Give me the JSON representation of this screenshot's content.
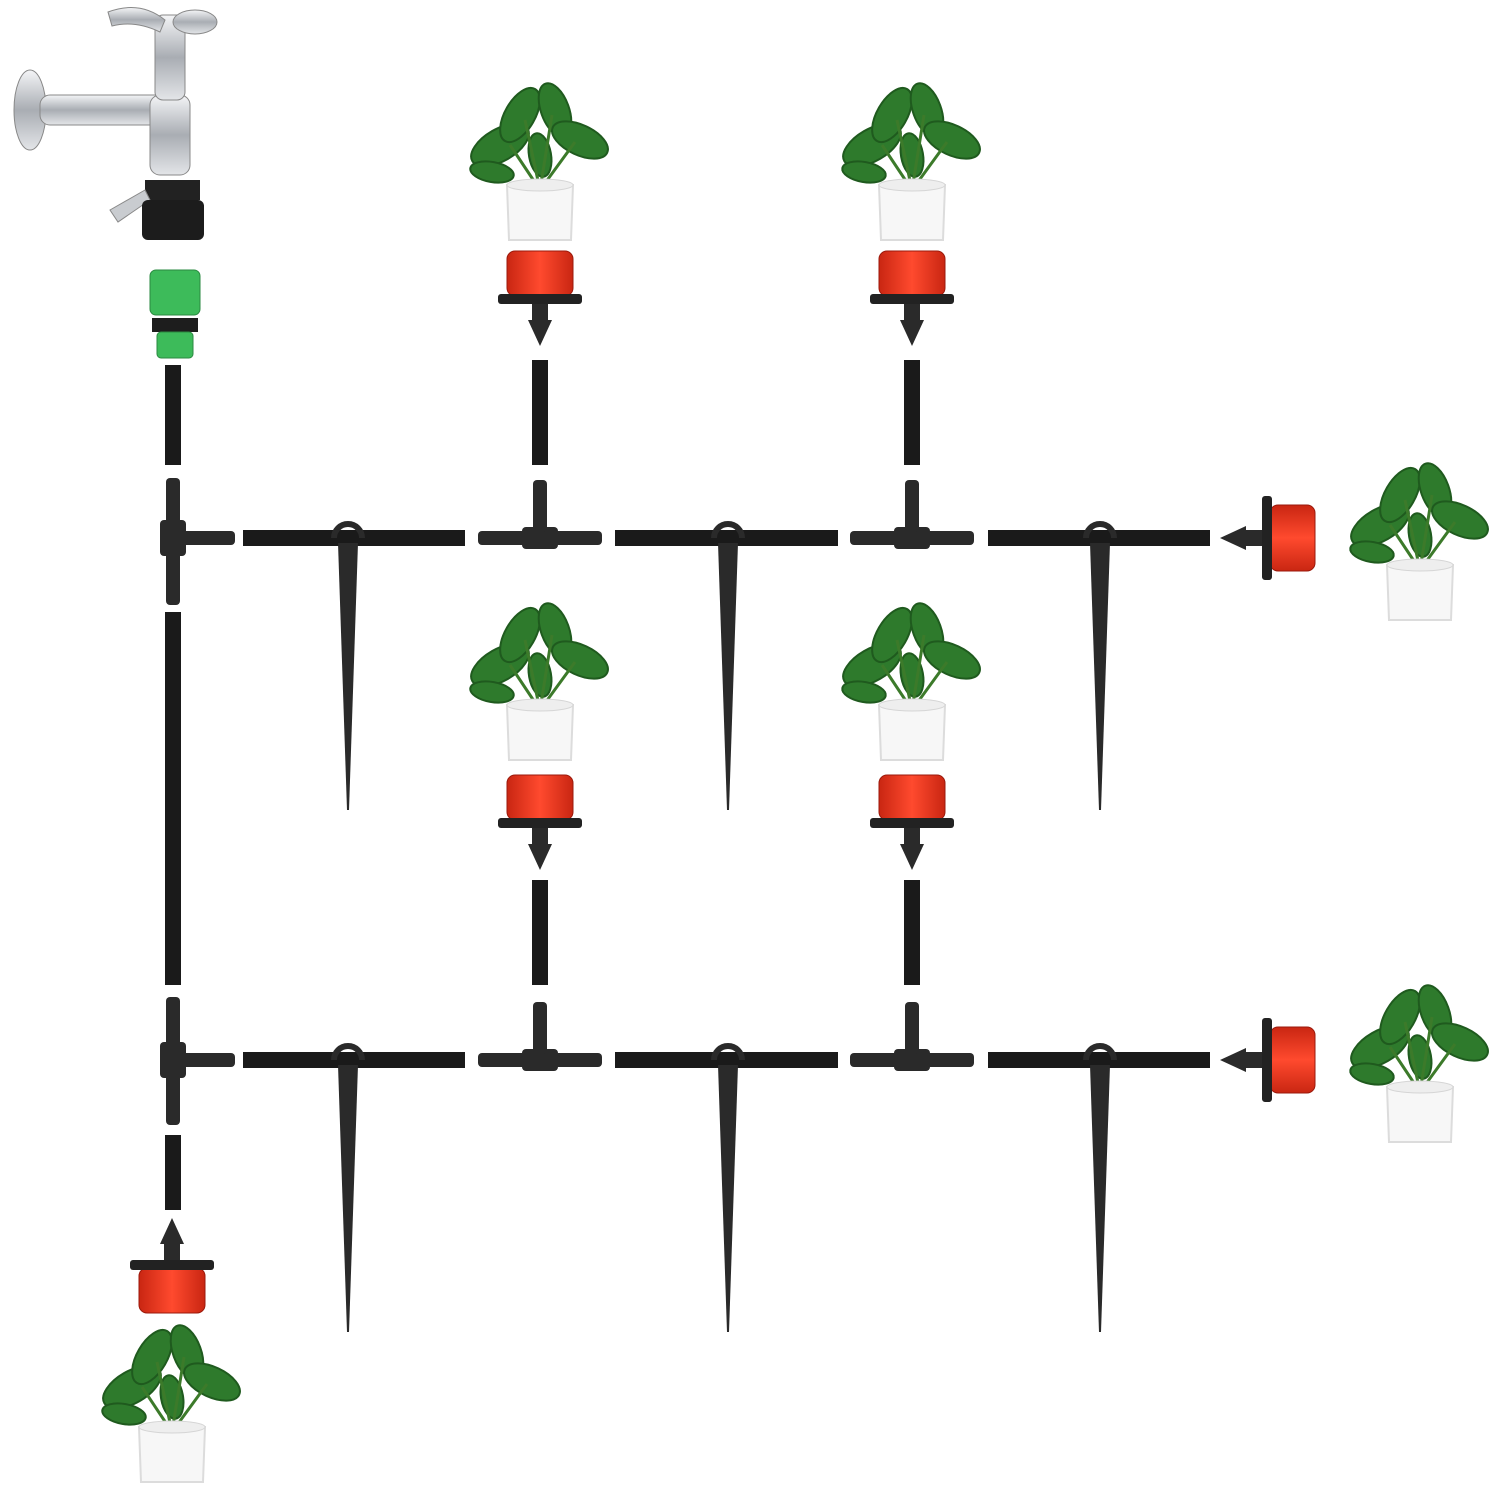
{
  "diagram": {
    "subject": "drip-irrigation-kit",
    "colors": {
      "tube": "#1a1a1a",
      "fitting": "#2a2a2a",
      "dripper_cap": "#e8321c",
      "connector": "#3dbb5a",
      "leaf": "#2e7a2c",
      "leaf_dark": "#1f5a1e",
      "pot": "#f7f7f7",
      "faucet": "#c9ccd0"
    },
    "rows": 2,
    "branches_per_row": 2,
    "stakes_per_row": 3
  }
}
